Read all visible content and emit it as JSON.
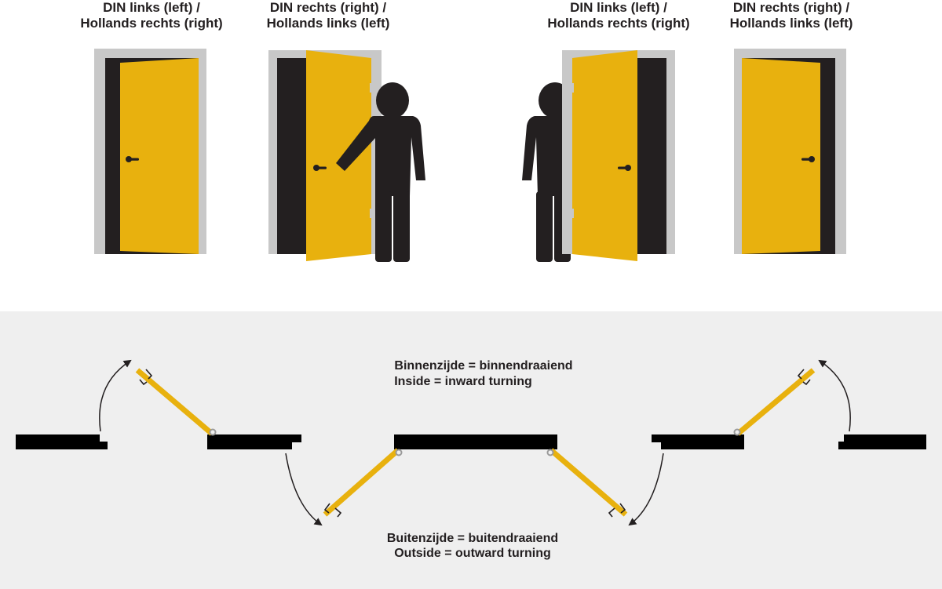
{
  "captions": {
    "door1": {
      "line1": "DIN links (left) /",
      "line2": "Hollands rechts (right)"
    },
    "door2": {
      "line1": "DIN rechts (right) /",
      "line2": "Hollands links (left)"
    },
    "door3": {
      "line1": "DIN links (left) /",
      "line2": "Hollands rechts (right)"
    },
    "door4": {
      "line1": "DIN rechts (right) /",
      "line2": "Hollands links (left)"
    }
  },
  "plan": {
    "inside": {
      "line1": "Binnenzijde = binnendraaiend",
      "line2": "Inside = inward turning"
    },
    "outside": {
      "line1": "Buitenzijde = buitendraaiend",
      "line2": "Outside = outward turning"
    }
  },
  "colors": {
    "door_yellow": "#e8b10e",
    "frame_gray": "#c8c8c8",
    "dark": "#231f20",
    "panel_bg": "#efefef"
  }
}
